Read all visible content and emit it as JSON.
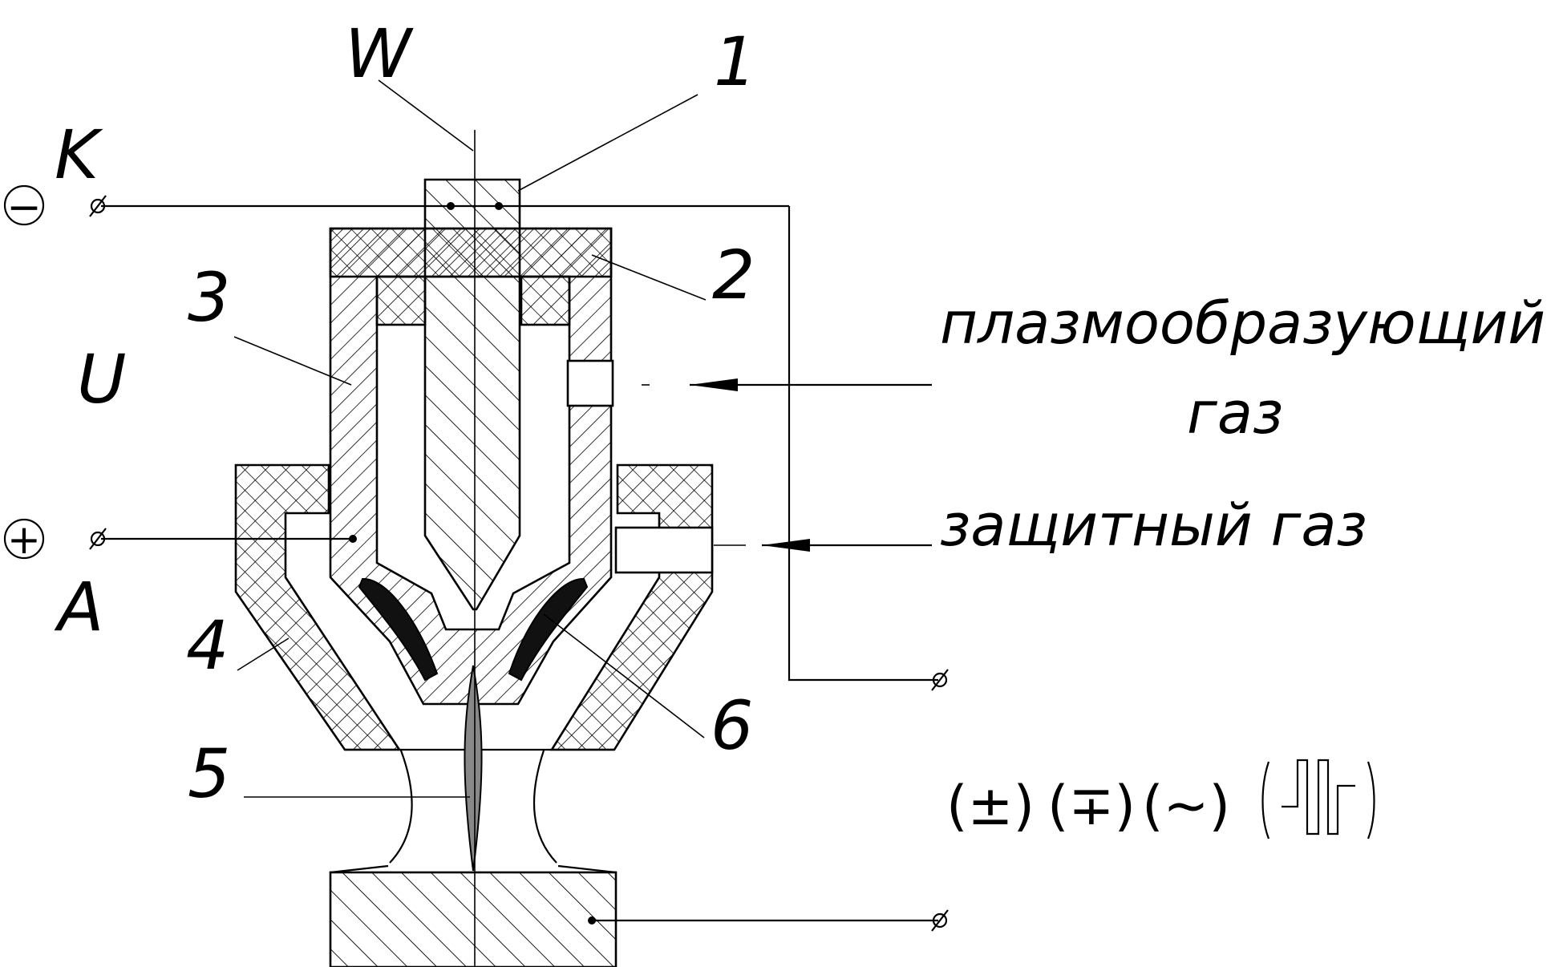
{
  "labels": {
    "W": "W",
    "K": "K",
    "U": "U",
    "A": "A",
    "n1": "1",
    "n2": "2",
    "n3": "3",
    "n4": "4",
    "n5": "5",
    "n6": "6"
  },
  "polarity": {
    "minus": "−",
    "plus": "+"
  },
  "gases": {
    "plasma_line1": "плазмообразующий",
    "plasma_line2": "газ",
    "shield": "защитный газ"
  },
  "current_modes": {
    "dc_plus": "(±)",
    "dc_minus": "(∓)",
    "ac": "(~)"
  }
}
